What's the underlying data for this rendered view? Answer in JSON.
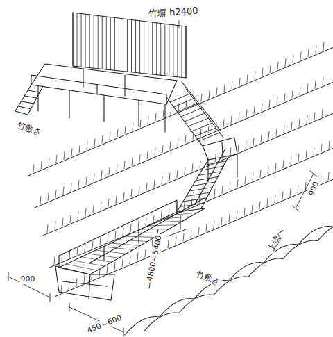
{
  "diagram": {
    "labels": [
      "竹塀 h2400",
      "竹敷き",
      "900",
      "上流へ",
      "4800～5400",
      "竹敷き",
      "900",
      "450～600"
    ]
  }
}
